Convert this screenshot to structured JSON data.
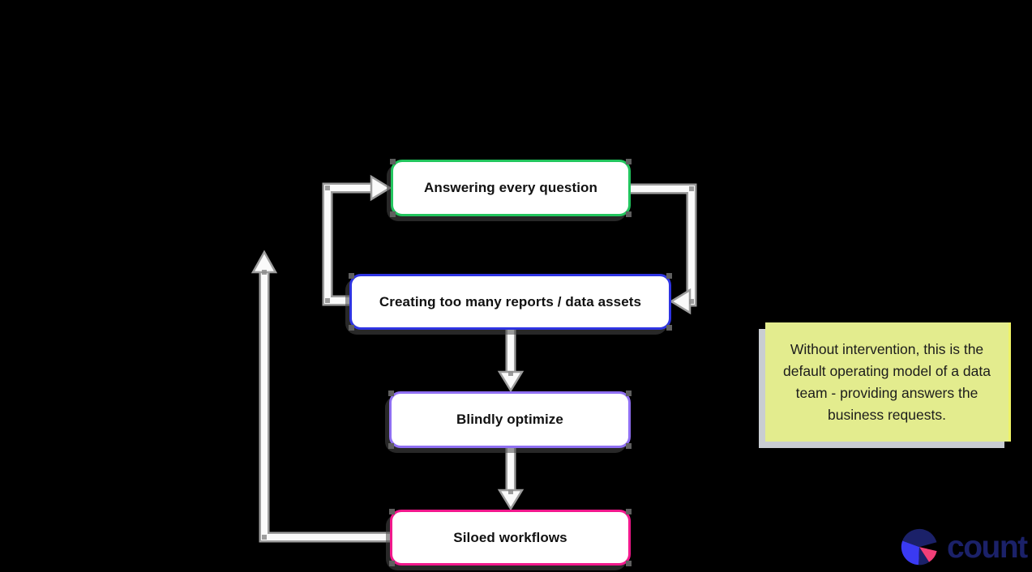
{
  "diagram": {
    "nodes": [
      {
        "label": "Answering every question"
      },
      {
        "label": "Creating too many reports / data assets"
      },
      {
        "label": "Blindly optimize"
      },
      {
        "label": "Siloed workflows"
      }
    ],
    "note": {
      "text": "Without intervention, this is the default operating model of a data team - providing answers the business requests."
    }
  },
  "logo": {
    "wordmark": "count"
  },
  "theme": {
    "background": "#000000",
    "node-bg": "#ffffff",
    "node-text": "#111111",
    "node-green": "#22c55e",
    "node-blue": "#2e34e2",
    "node-purple": "#8f6ff2",
    "node-pink": "#f2188c",
    "note-bg": "#e3ec8e",
    "note-edge": "#eef266",
    "note-shadow": "#c9cdd2",
    "note-text": "#1c1c1c",
    "arrow-fill": "#fafafa",
    "arrow-outline": "#9d9d9d",
    "logo-navy": "#1b2169",
    "logo-blue": "#3a3af2",
    "logo-pink": "#f23f78"
  }
}
